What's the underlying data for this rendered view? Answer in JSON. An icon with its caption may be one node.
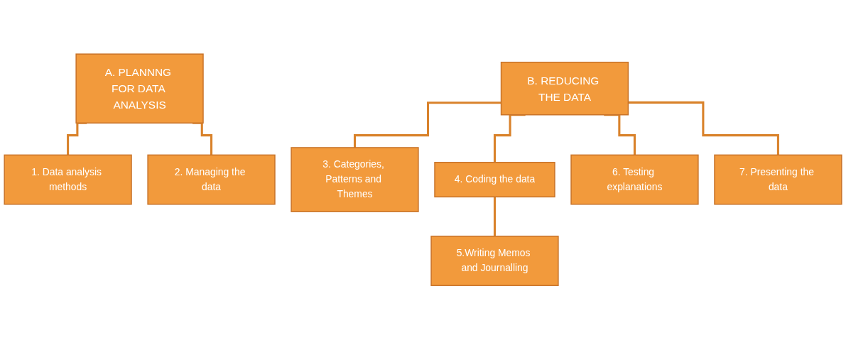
{
  "diagram": {
    "nodes": [
      {
        "text": [
          "A. PLANNNG FOR DATA ANALYSIS"
        ]
      },
      {
        "text": [
          "1. Data analysis methods"
        ]
      },
      {
        "text": [
          "2. Managing the data"
        ]
      },
      {
        "text": [
          "B. REDUCING THE DATA"
        ]
      },
      {
        "text": [
          "3. Categories, Patterns and Themes"
        ]
      },
      {
        "text": [
          "4. Coding the data"
        ]
      },
      {
        "text": [
          "6. Testing explanations"
        ]
      },
      {
        "text": [
          "7. Presenting the data"
        ]
      },
      {
        "text": [
          "5.Writing Memos and Journalling"
        ]
      }
    ],
    "edges": [
      {
        "from": 0,
        "to": 1,
        "arrow": "none"
      },
      {
        "from": 0,
        "to": 2,
        "arrow": "none"
      },
      {
        "from": 3,
        "to": 4,
        "arrow": "none"
      },
      {
        "from": 3,
        "to": 5,
        "arrow": "none"
      },
      {
        "from": 3,
        "to": 6,
        "arrow": "none"
      },
      {
        "from": 3,
        "to": 7,
        "arrow": "none"
      },
      {
        "from": 5,
        "to": 8,
        "arrow": "none"
      }
    ]
  }
}
